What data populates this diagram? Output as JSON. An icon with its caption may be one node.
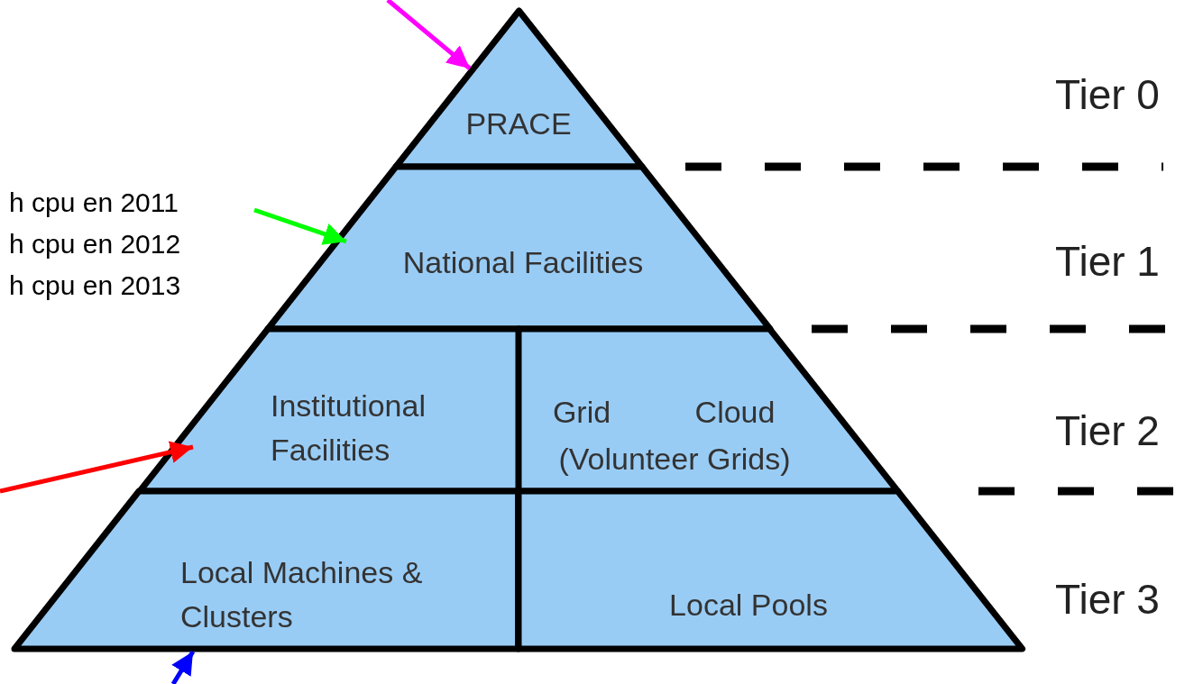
{
  "diagram": {
    "nodes": [
      {
        "text": [
          "PRACE"
        ]
      },
      {
        "text": [
          "h cpu en 2011",
          "h cpu en 2012",
          "h cpu en 2013"
        ]
      },
      {
        "text": [
          "National Facilities"
        ]
      },
      {
        "text": [
          "Institutional Facilities"
        ]
      },
      {
        "text": [
          "Grid",
          "Cloud",
          "(Volunteer Grids)"
        ]
      },
      {
        "text": [
          "Local Machines & Clusters"
        ]
      },
      {
        "text": [
          "Local Pools"
        ]
      }
    ],
    "edges": [
      {
        "from": null,
        "to": 0,
        "arrow": "to",
        "color": "#ff00ff"
      },
      {
        "from": 1,
        "to": 2,
        "arrow": "to",
        "color": "#00ff00"
      },
      {
        "from": null,
        "to": 3,
        "arrow": "to",
        "color": "#ff0000"
      },
      {
        "from": null,
        "to": 5,
        "arrow": "to",
        "color": "#0000ff"
      }
    ],
    "labels": [
      "Tier 0",
      "Tier 1",
      "Tier 2",
      "Tier 3"
    ]
  }
}
